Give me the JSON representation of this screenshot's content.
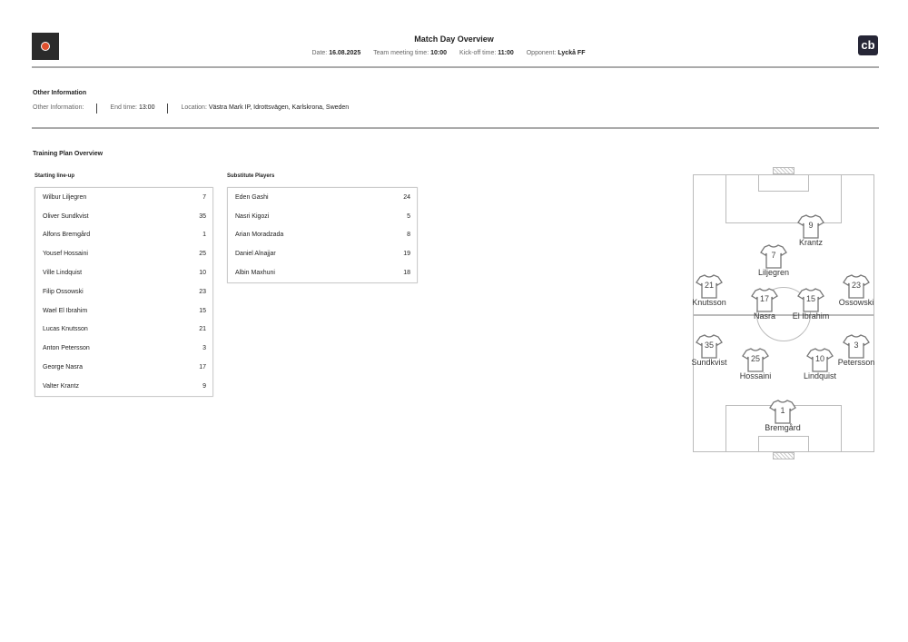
{
  "header": {
    "title": "Match Day Overview",
    "date_label": "Date:",
    "date": "16.08.2025",
    "meeting_label": "Team meeting time:",
    "meeting": "10:00",
    "kickoff_label": "Kick-off time:",
    "kickoff": "11:00",
    "opponent_label": "Opponent:",
    "opponent": "Lyckå FF",
    "brand": "cb"
  },
  "other": {
    "heading": "Other Information",
    "info_label": "Other Information:",
    "end_label": "End time:",
    "end": "13:00",
    "location_label": "Location:",
    "location": "Västra Mark IP, Idrottsvägen, Karlskrona, Sweden"
  },
  "plan": {
    "heading": "Training Plan Overview",
    "starting_heading": "Starting line-up",
    "subs_heading": "Substitute Players",
    "starting": [
      {
        "name": "Wilbur Liljegren",
        "num": "7"
      },
      {
        "name": "Oliver Sundkvist",
        "num": "35"
      },
      {
        "name": "Alfons Bremgård",
        "num": "1"
      },
      {
        "name": "Yousef Hossaini",
        "num": "25"
      },
      {
        "name": "Ville Lindquist",
        "num": "10"
      },
      {
        "name": "Filip Ossowski",
        "num": "23"
      },
      {
        "name": "Wael El Ibrahim",
        "num": "15"
      },
      {
        "name": "Lucas Knutsson",
        "num": "21"
      },
      {
        "name": "Anton Petersson",
        "num": "3"
      },
      {
        "name": "George Nasra",
        "num": "17"
      },
      {
        "name": "Valter Krantz",
        "num": "9"
      }
    ],
    "subs": [
      {
        "name": "Eden Gashi",
        "num": "24"
      },
      {
        "name": "Nasri Kigozi",
        "num": "5"
      },
      {
        "name": "Arian Moradzada",
        "num": "8"
      },
      {
        "name": "Daniel Alnajjar",
        "num": "19"
      },
      {
        "name": "Albin Maxhuni",
        "num": "18"
      }
    ]
  },
  "pitch": [
    {
      "name": "Krantz",
      "num": "9"
    },
    {
      "name": "Liljegren",
      "num": "7"
    },
    {
      "name": "Knutsson",
      "num": "21"
    },
    {
      "name": "Nasra",
      "num": "17"
    },
    {
      "name": "El Ibrahim",
      "num": "15"
    },
    {
      "name": "Ossowski",
      "num": "23"
    },
    {
      "name": "Sundkvist",
      "num": "35"
    },
    {
      "name": "Hossaini",
      "num": "25"
    },
    {
      "name": "Lindquist",
      "num": "10"
    },
    {
      "name": "Petersson",
      "num": "3"
    },
    {
      "name": "Bremgård",
      "num": "1"
    }
  ]
}
